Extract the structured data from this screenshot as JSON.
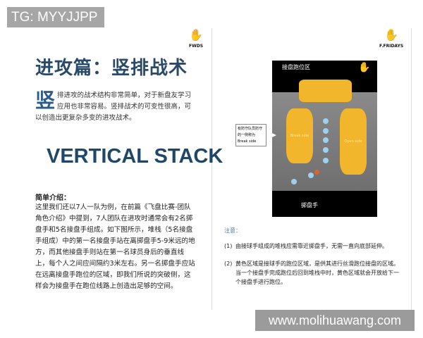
{
  "watermarks": {
    "top": "TG: MYYJJPP",
    "bottom": "www.molihuawang.com"
  },
  "left_page": {
    "logo": "FWDS",
    "title": "进攻篇：竖排战术",
    "intro_initial": "竖",
    "intro_text": "排进攻的战术结构非常简单，对于新盘友学习应用也非常容易。竖排战术的可变性很高，可以创造出更复杂多变的进攻战术。",
    "english_title": "VERTICAL STACK",
    "section_heading": "简单介绍：",
    "body": "这里我们还以7人一队为例，在前篇《飞盘比赛-团队角色介绍》中提到，7人团队在进攻时通常会有2名掷盘手和5名接盘手组成。如下图所示，堆栈（5名接盘手组成）中的第一名接盘手站在离掷盘手5-9米远的地方，而其他接盘手则站在第一名球员身后的垂直线上，每个人之间应间隔约3米左右。另一名掷盘手应站在远离接盘手跑位的区域，即我们所说的突破侧，这样会为接盘手在跑位线路上创造出足够的空间。"
  },
  "right_page": {
    "logo": "F.FRIDAYS",
    "diagram": {
      "top_label": "接盘跑位区",
      "left_zone": "Break side",
      "right_zone": "Open side",
      "bottom_label": "掷盘手",
      "callout": "有防守队员防守的一侧称为 Break side",
      "zone_color": "#f2b62c",
      "receiver_color": "#9fd0ee",
      "disc_color": "#e0622e"
    },
    "notes_title": "注意：",
    "notes": [
      {
        "num": "(1)",
        "text": "由接球手组成的堆栈应需靠近掷盘手，无需一直向底部延伸。"
      },
      {
        "num": "(2)",
        "text": "黄色区域是接球手的跑位区域，是供其进行丝滑跑位接盘的区域。当一个接盘手完成跑位后回到堆栈中时，黄色区域就会开放给下一个接盘手进行跑位。"
      }
    ]
  }
}
